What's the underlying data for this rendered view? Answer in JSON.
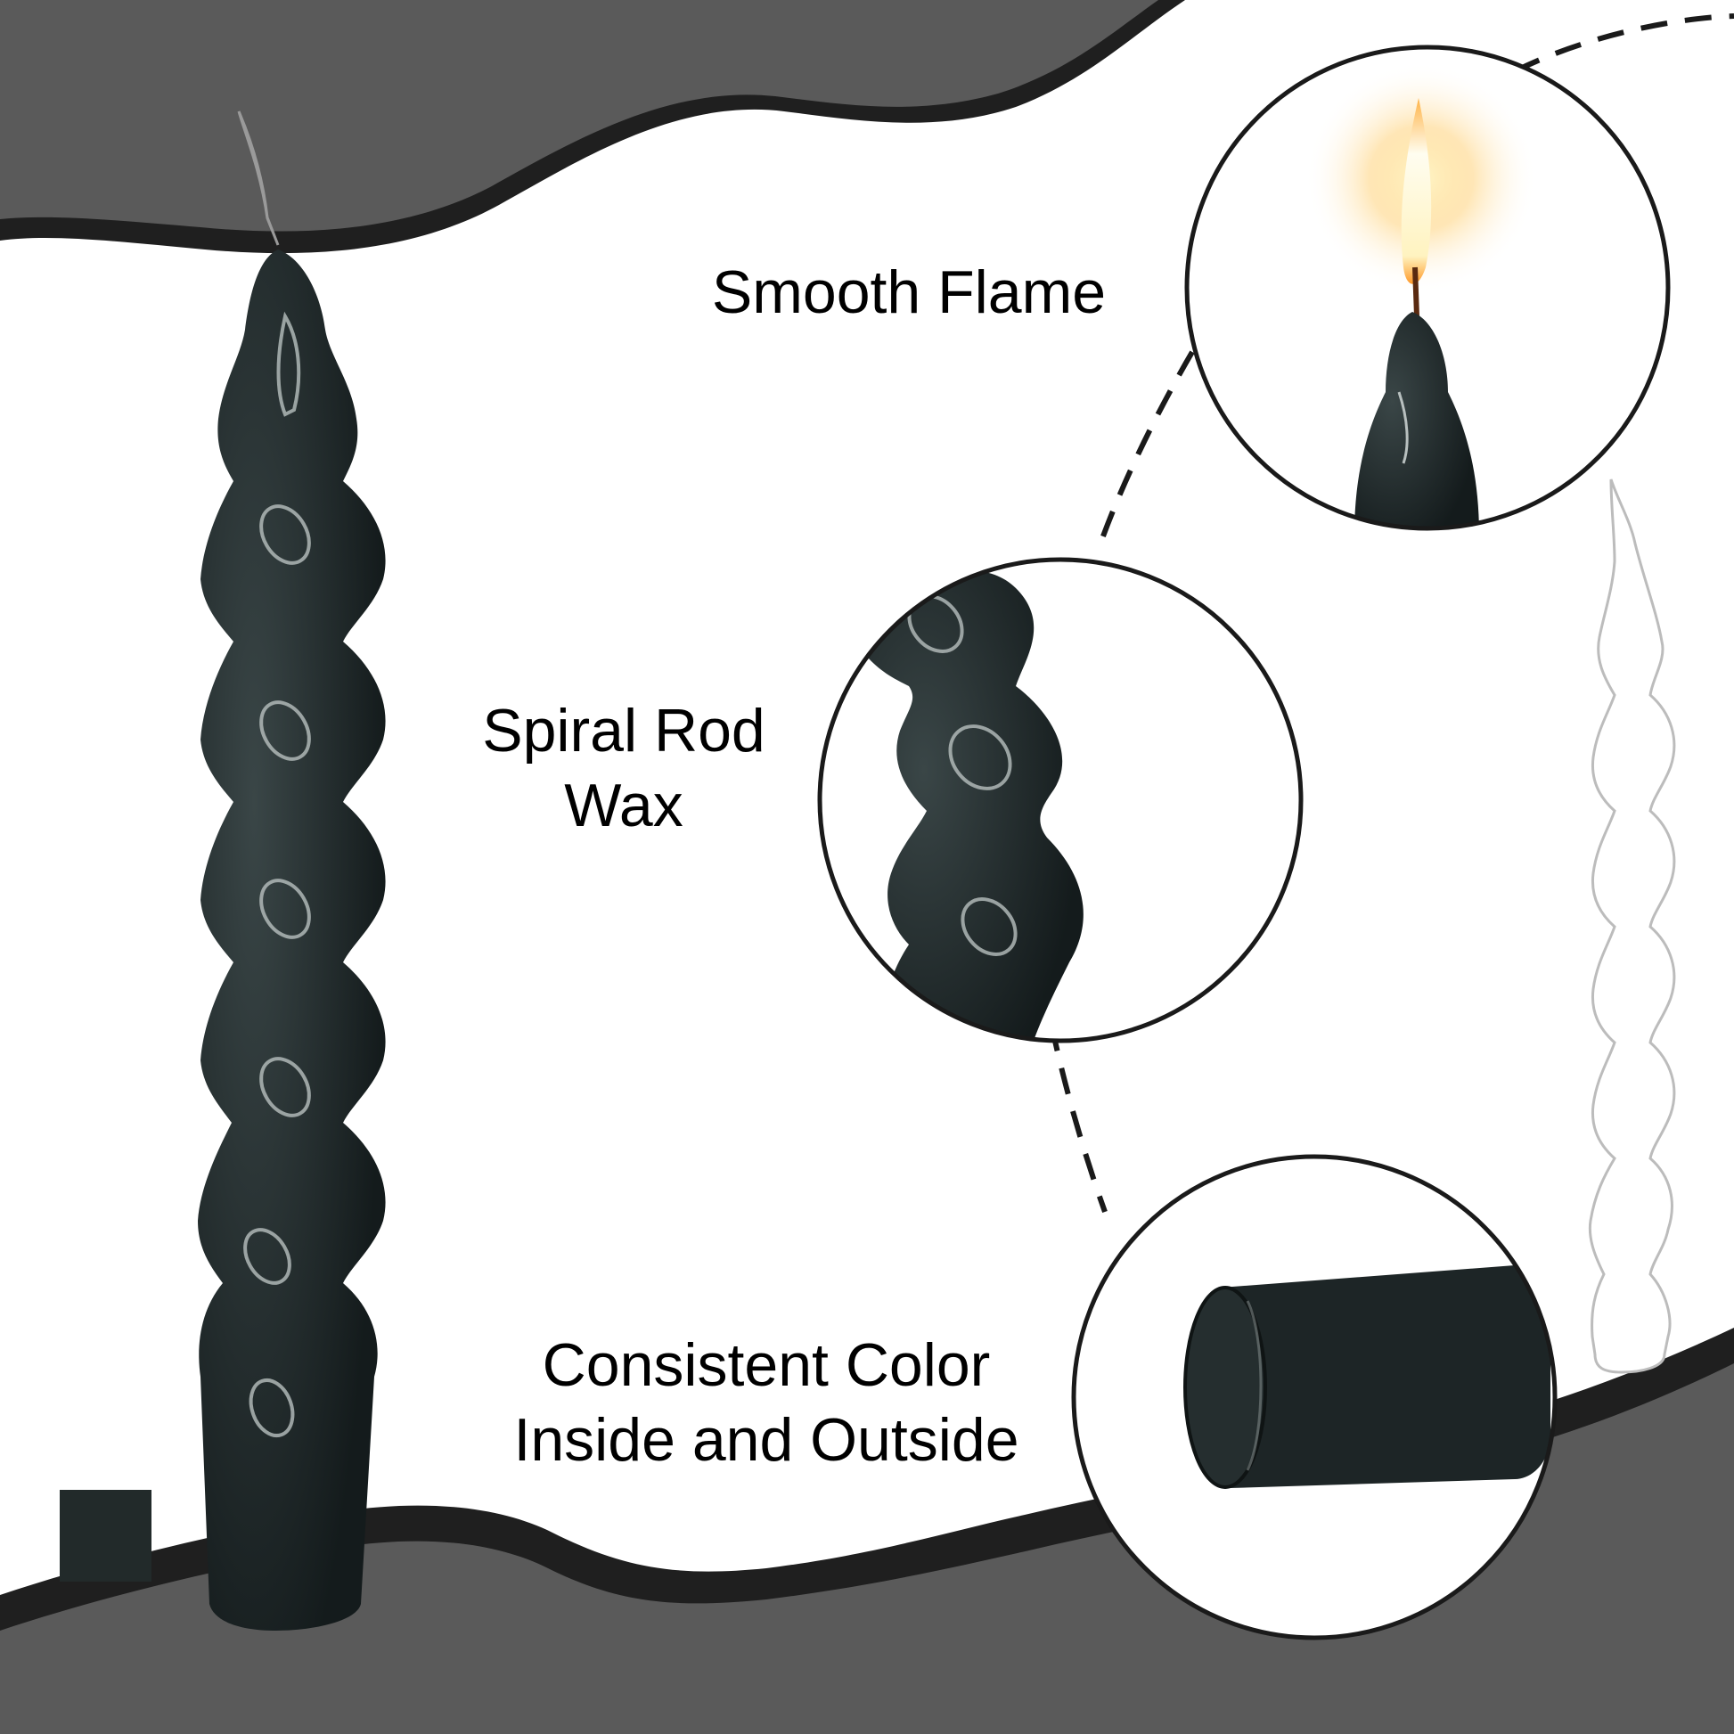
{
  "features": {
    "flame": {
      "line1": "Smooth Flame"
    },
    "spiral": {
      "line1": "Spiral Rod",
      "line2": "Wax"
    },
    "color": {
      "line1": "Consistent Color",
      "line2": "Inside and Outside"
    }
  },
  "colors": {
    "band": "#5a5a5a",
    "band_edge": "#1f1f1f",
    "candle": "#1d2526",
    "swatch": "#222a2a",
    "background": "#ffffff"
  },
  "icons": [
    "spiral-candle-image",
    "flame-closeup-image",
    "spiral-closeup-image",
    "base-closeup-image",
    "white-candle-image",
    "color-swatch"
  ]
}
